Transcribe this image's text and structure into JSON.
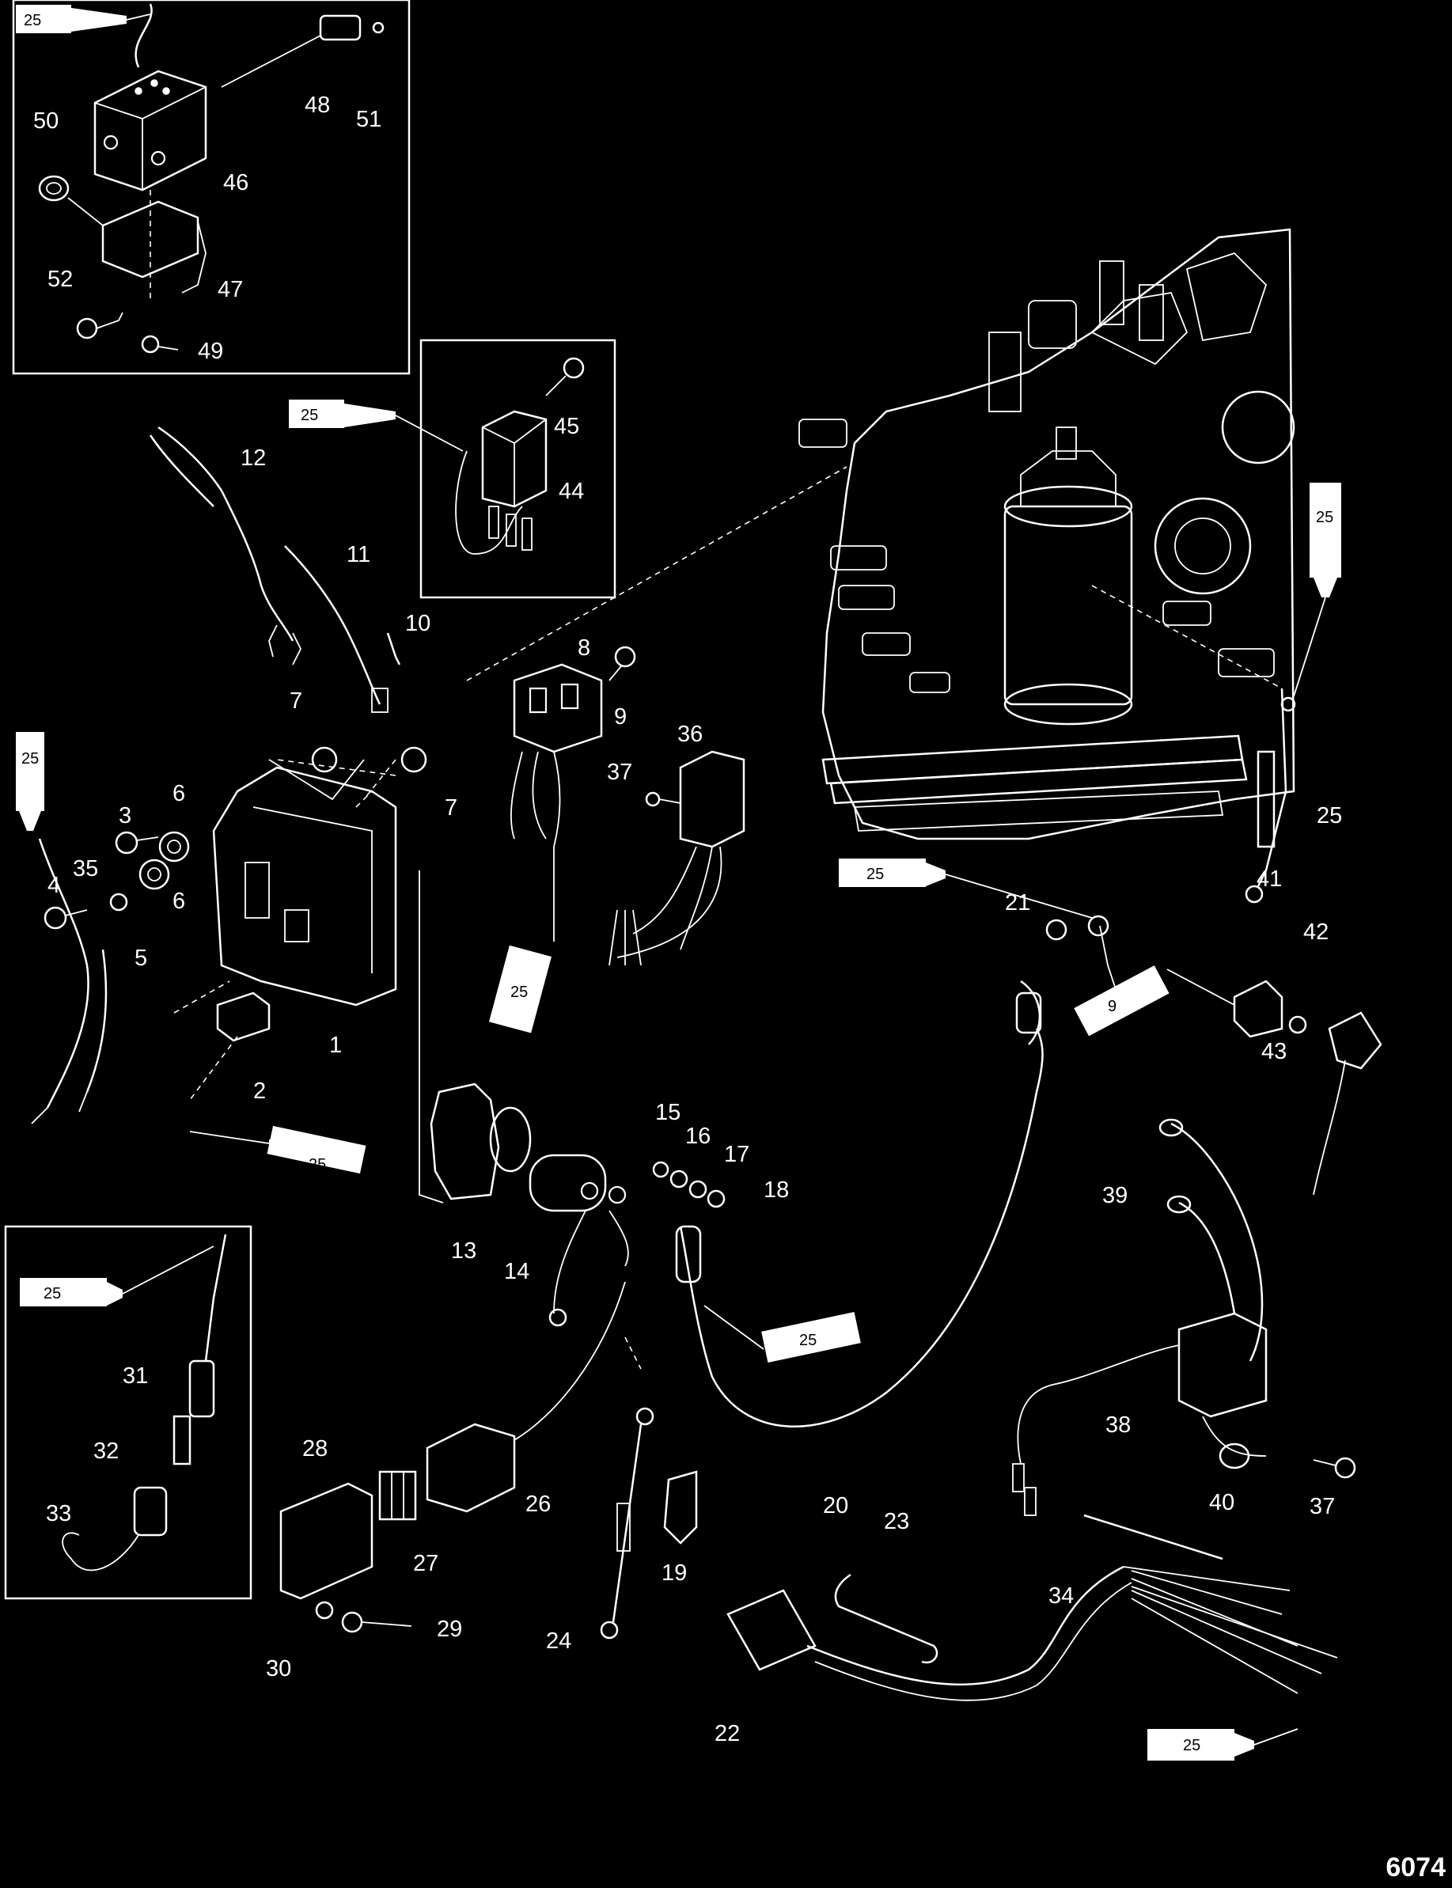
{
  "figure_number": "6074",
  "tube_label": "25",
  "tube_label_9": "9",
  "callouts": {
    "c1": "1",
    "c2": "2",
    "c3": "3",
    "c4": "4",
    "c5": "5",
    "c6a": "6",
    "c6b": "6",
    "c7a": "7",
    "c7b": "7",
    "c8": "8",
    "c9": "9",
    "c10": "10",
    "c11": "11",
    "c12": "12",
    "c13": "13",
    "c14": "14",
    "c15": "15",
    "c16": "16",
    "c17": "17",
    "c18": "18",
    "c19": "19",
    "c20": "20",
    "c21": "21",
    "c22": "22",
    "c23": "23",
    "c24": "24",
    "c25": "25",
    "c26": "26",
    "c27": "27",
    "c28": "28",
    "c29": "29",
    "c30": "30",
    "c31": "31",
    "c32": "32",
    "c33": "33",
    "c34": "34",
    "c35": "35",
    "c36": "36",
    "c37a": "37",
    "c37b": "37",
    "c38": "38",
    "c39": "39",
    "c40": "40",
    "c41": "41",
    "c42": "42",
    "c43": "43",
    "c44": "44",
    "c45": "45",
    "c46": "46",
    "c47": "47",
    "c48": "48",
    "c49": "49",
    "c50": "50",
    "c51": "51",
    "c52": "52"
  }
}
